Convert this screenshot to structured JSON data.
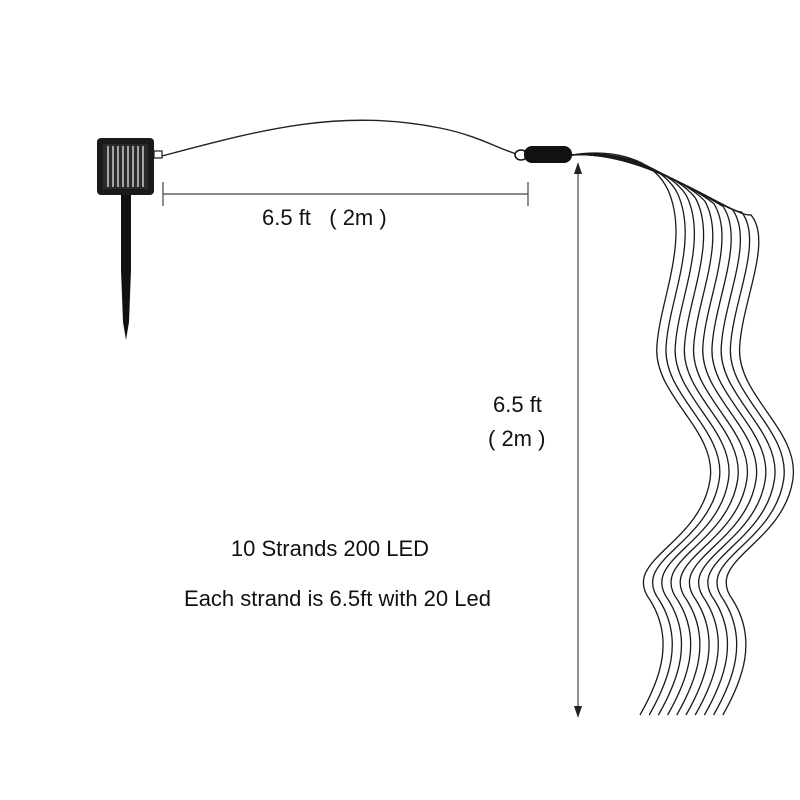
{
  "diagram": {
    "horizontal_dimension": "6.5 ft   ( 2m )",
    "vertical_dimension_line1": "6.5 ft",
    "vertical_dimension_line2": "( 2m )",
    "spec_line1": "10 Strands 200 LED",
    "spec_line2": "Each strand is 6.5ft with 20 Led",
    "strand_count": 10,
    "icons": [
      "solar-panel-icon",
      "ground-stake-icon",
      "controller-box-icon",
      "led-strand-icon"
    ],
    "colors": {
      "ink": "#111111",
      "background": "#ffffff"
    }
  }
}
